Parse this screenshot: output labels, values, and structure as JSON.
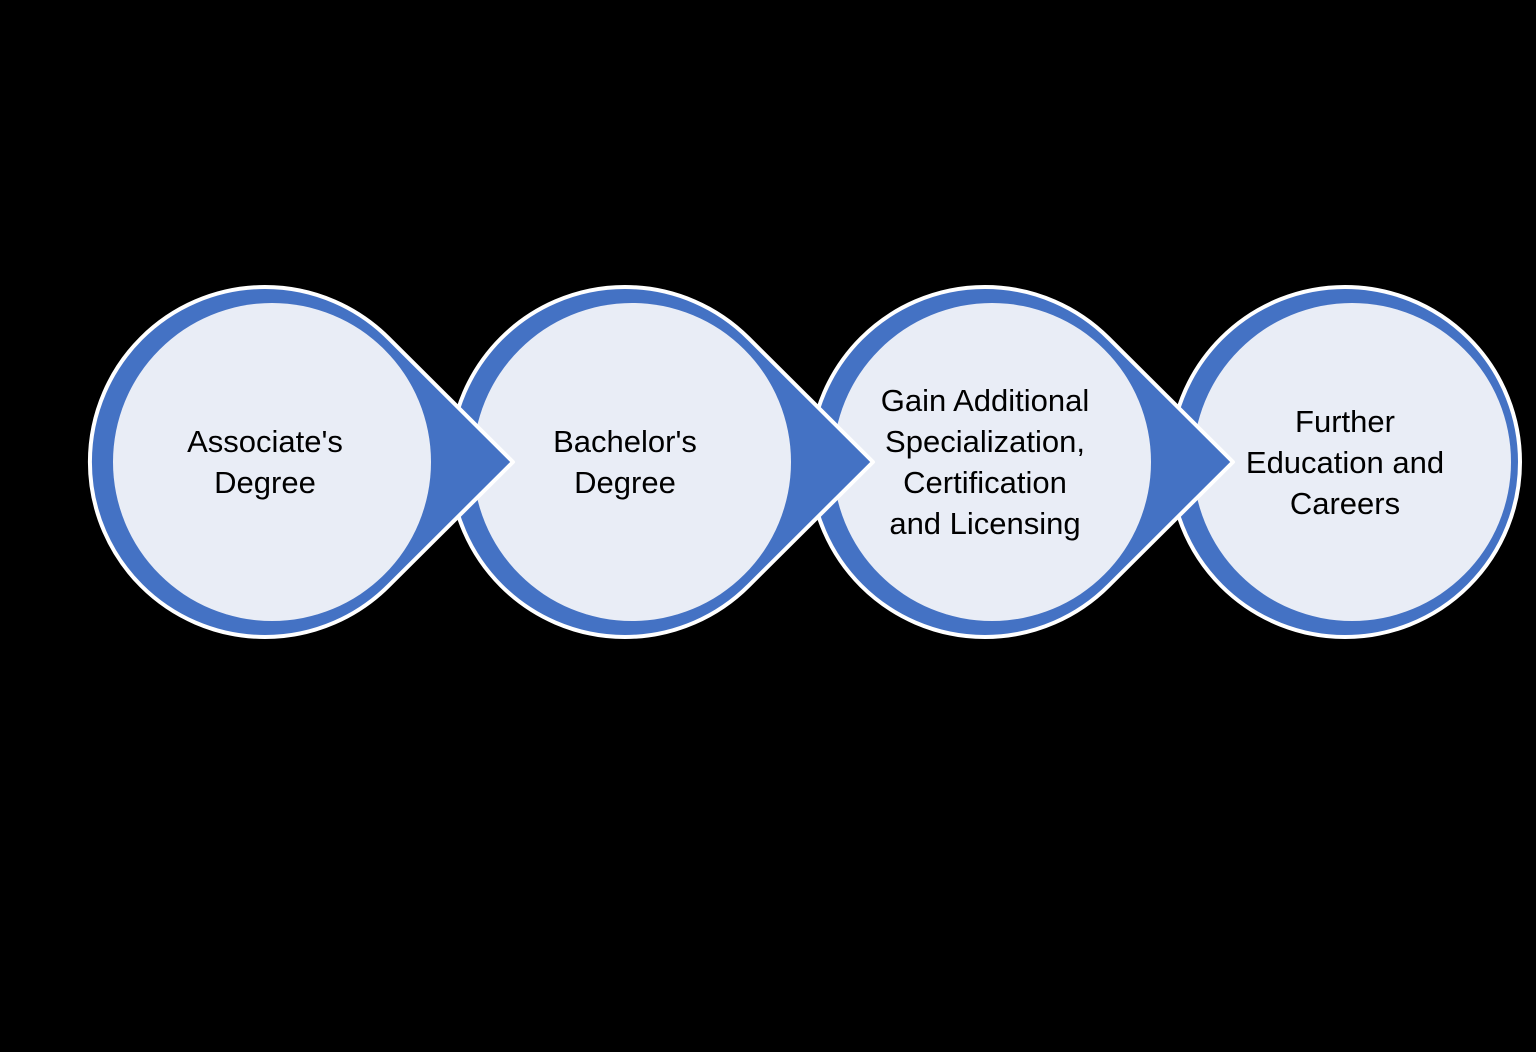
{
  "diagram": {
    "type": "process-flow",
    "direction": "left-to-right",
    "stages": [
      {
        "id": 1,
        "label": "Associate's\nDegree",
        "has_arrow_to_next": true
      },
      {
        "id": 2,
        "label": "Bachelor's\nDegree",
        "has_arrow_to_next": true
      },
      {
        "id": 3,
        "label": "Gain Additional\nSpecialization,\nCertification\nand Licensing",
        "has_arrow_to_next": true
      },
      {
        "id": 4,
        "label": "Further\nEducation and\nCareers",
        "has_arrow_to_next": false
      }
    ]
  },
  "colors": {
    "background": "#000000",
    "shape_ring": "#4472C4",
    "shape_fill": "#E9EDF6",
    "shape_outline": "#FFFFFF",
    "text": "#000000"
  }
}
